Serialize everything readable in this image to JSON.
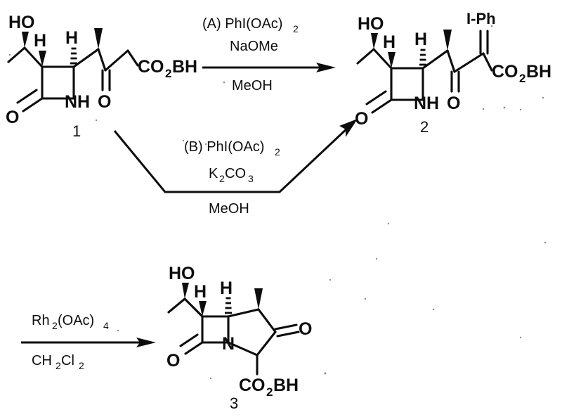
{
  "document": {
    "kind": "chemical-reaction-scheme",
    "background_color": "#ffffff",
    "ink_color": "#0d0d0d"
  },
  "compounds": [
    {
      "id": "compound-1",
      "number_label": "1",
      "labels": {
        "hydroxyl": "HO",
        "h_left": "H",
        "h_right": "H",
        "ring_nh": "NH",
        "lactam_o": "O",
        "ketone_o": "O",
        "ester": "CO",
        "ester_sub": "2",
        "ester_tail": "BH"
      }
    },
    {
      "id": "compound-2",
      "number_label": "2",
      "labels": {
        "hydroxyl": "HO",
        "h_left": "H",
        "h_right": "H",
        "ring_nh": "NH",
        "lactam_o": "O",
        "ketone_o": "O",
        "iodonium": "I-Ph",
        "ester": "CO",
        "ester_sub": "2",
        "ester_tail": "BH"
      }
    },
    {
      "id": "compound-3",
      "number_label": "3",
      "labels": {
        "hydroxyl": "HO",
        "h_left": "H",
        "h_right": "H",
        "ring_n": "N",
        "lactam_o": "O",
        "ketone_o": "O",
        "ester": "CO",
        "ester_sub": "2",
        "ester_tail": "BH"
      }
    }
  ],
  "reactions": [
    {
      "id": "reaction-a",
      "arrow": "straight-right",
      "above_line_1": "(A) PhI(OAc)",
      "above_line_1_sub": "2",
      "above_line_2": "NaOMe",
      "below_line": "MeOH"
    },
    {
      "id": "reaction-b",
      "arrow": "bent-up-right",
      "above_line_1": "(B) PhI(OAc)",
      "above_line_1_sub": "2",
      "above_line_2": "K",
      "above_line_2_sub_a": "2",
      "above_line_2_mid": "CO",
      "above_line_2_sub_b": "3",
      "below_line": "MeOH"
    },
    {
      "id": "reaction-c",
      "arrow": "straight-right",
      "above_line_1": "Rh",
      "above_line_1_sub_a": "2",
      "above_line_1_mid": "(OAc)",
      "above_line_1_sub_b": "4",
      "below_line": "CH",
      "below_line_sub_a": "2",
      "below_line_mid": "Cl",
      "below_line_sub_b": "2"
    }
  ]
}
